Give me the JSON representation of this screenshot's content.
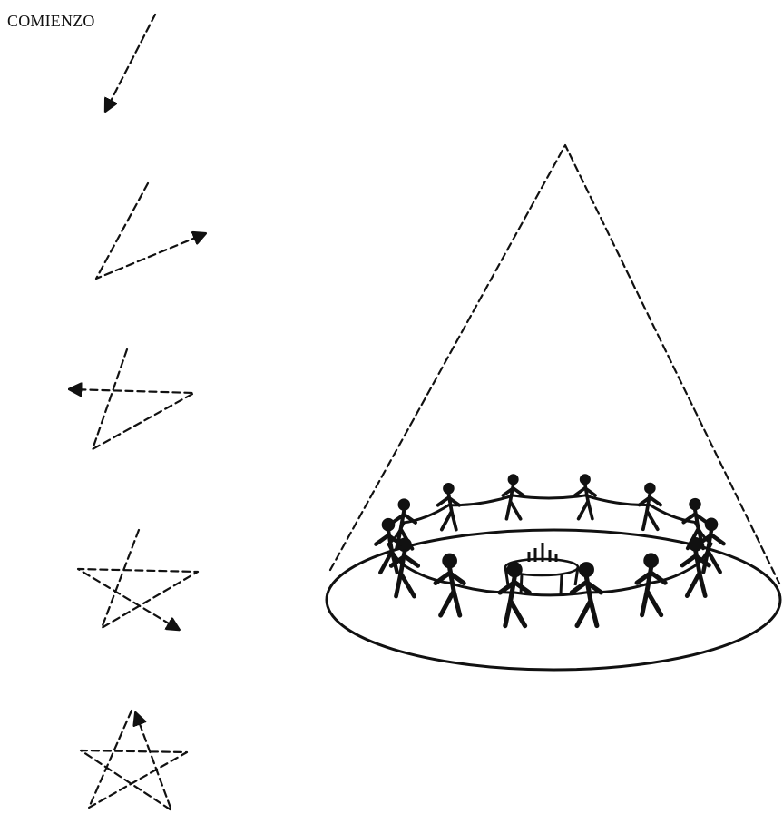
{
  "label": {
    "start": "COMIENZO"
  },
  "steps": [
    {
      "icon": "single-stroke-arrow-icon",
      "strokes": 1
    },
    {
      "icon": "two-stroke-arrow-icon",
      "strokes": 2
    },
    {
      "icon": "three-stroke-arrow-icon",
      "strokes": 3
    },
    {
      "icon": "four-stroke-star-icon",
      "strokes": 4
    },
    {
      "icon": "five-stroke-star-icon",
      "strokes": 5
    }
  ],
  "cone": {
    "icon": "cone-of-power-icon",
    "dancers": 14,
    "center": "altar-icon"
  },
  "colors": {
    "ink": "#111111",
    "paper": "#ffffff"
  }
}
